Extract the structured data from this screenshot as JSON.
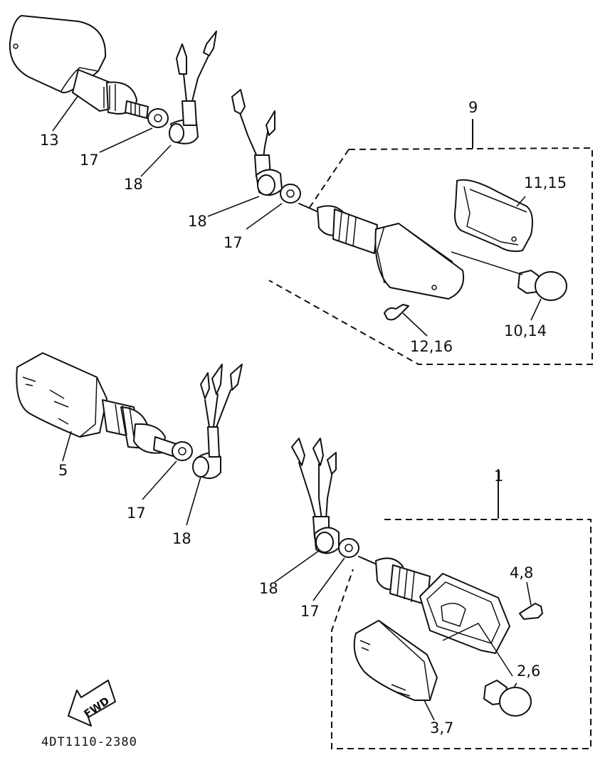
{
  "diagram_code": "4DT1110-2380",
  "fwd_label": "FWD",
  "callouts": {
    "c1": "1",
    "c2_6": "2,6",
    "c3_7": "3,7",
    "c4_8": "4,8",
    "c5": "5",
    "c9": "9",
    "c10_14": "10,14",
    "c11_15": "11,15",
    "c12_16": "12,16",
    "c13": "13",
    "c17_a": "17",
    "c17_b": "17",
    "c17_c": "17",
    "c17_d": "17",
    "c18_a": "18",
    "c18_b": "18",
    "c18_c": "18",
    "c18_d": "18"
  }
}
